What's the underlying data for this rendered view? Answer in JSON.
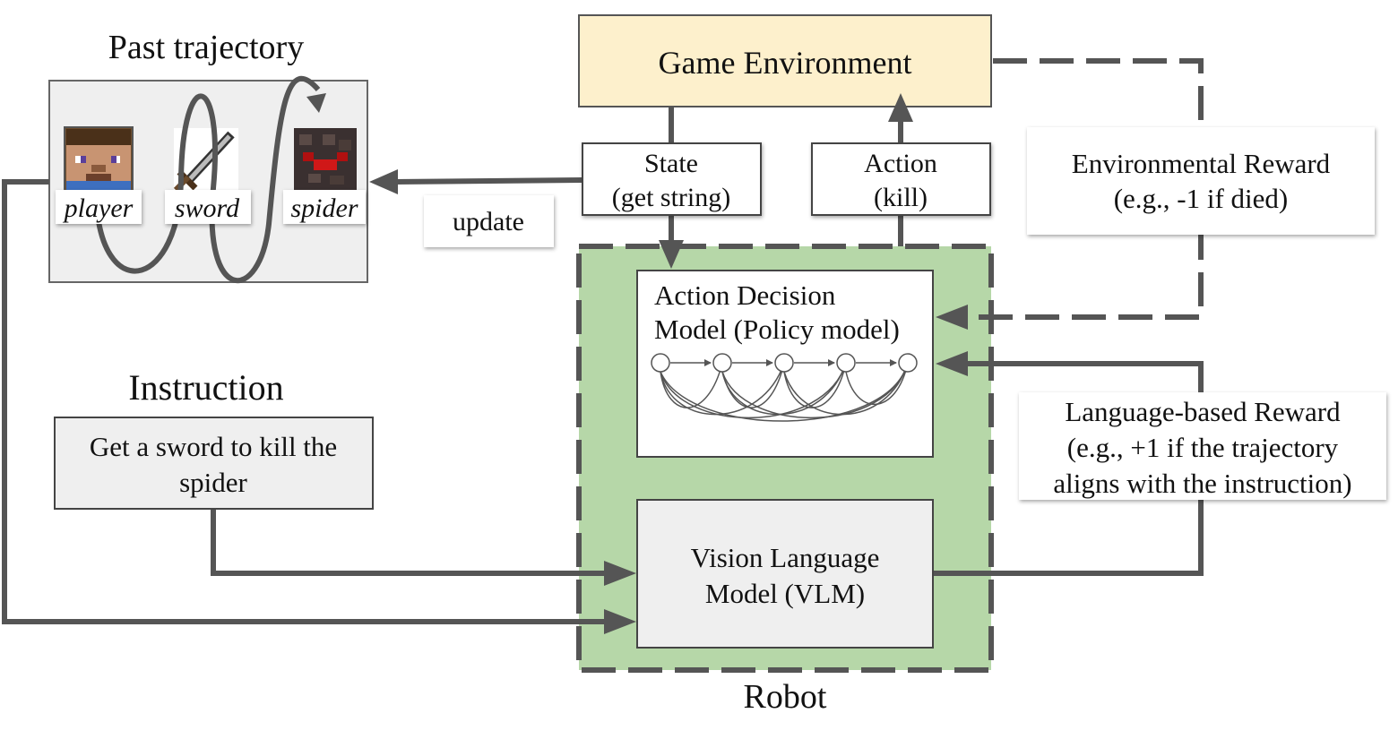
{
  "past_trajectory": {
    "title": "Past trajectory",
    "items": [
      {
        "label": "player",
        "icon": "player-face-icon"
      },
      {
        "label": "sword",
        "icon": "sword-icon"
      },
      {
        "label": "spider",
        "icon": "spider-icon"
      }
    ]
  },
  "update_label": "update",
  "instruction": {
    "title": "Instruction",
    "line1": "Get a sword to kill the",
    "line2": "spider"
  },
  "game_environment": {
    "label": "Game Environment",
    "fill": "#fdf0cc"
  },
  "state_box": {
    "line1": "State",
    "line2": "(get string)"
  },
  "action_box": {
    "line1": "Action",
    "line2": "(kill)"
  },
  "environmental_reward": {
    "line1": "Environmental Reward",
    "line2": "(e.g., -1 if died)"
  },
  "language_reward": {
    "line1": "Language-based Reward",
    "line2": "(e.g., +1 if the trajectory",
    "line3": "aligns with the instruction)"
  },
  "robot": {
    "label": "Robot",
    "fill": "#b6d7a8"
  },
  "action_decision_model": {
    "line1": "Action Decision",
    "line2": "Model (Policy model)"
  },
  "vlm": {
    "line1": "Vision Language",
    "line2": "Model (VLM)"
  }
}
